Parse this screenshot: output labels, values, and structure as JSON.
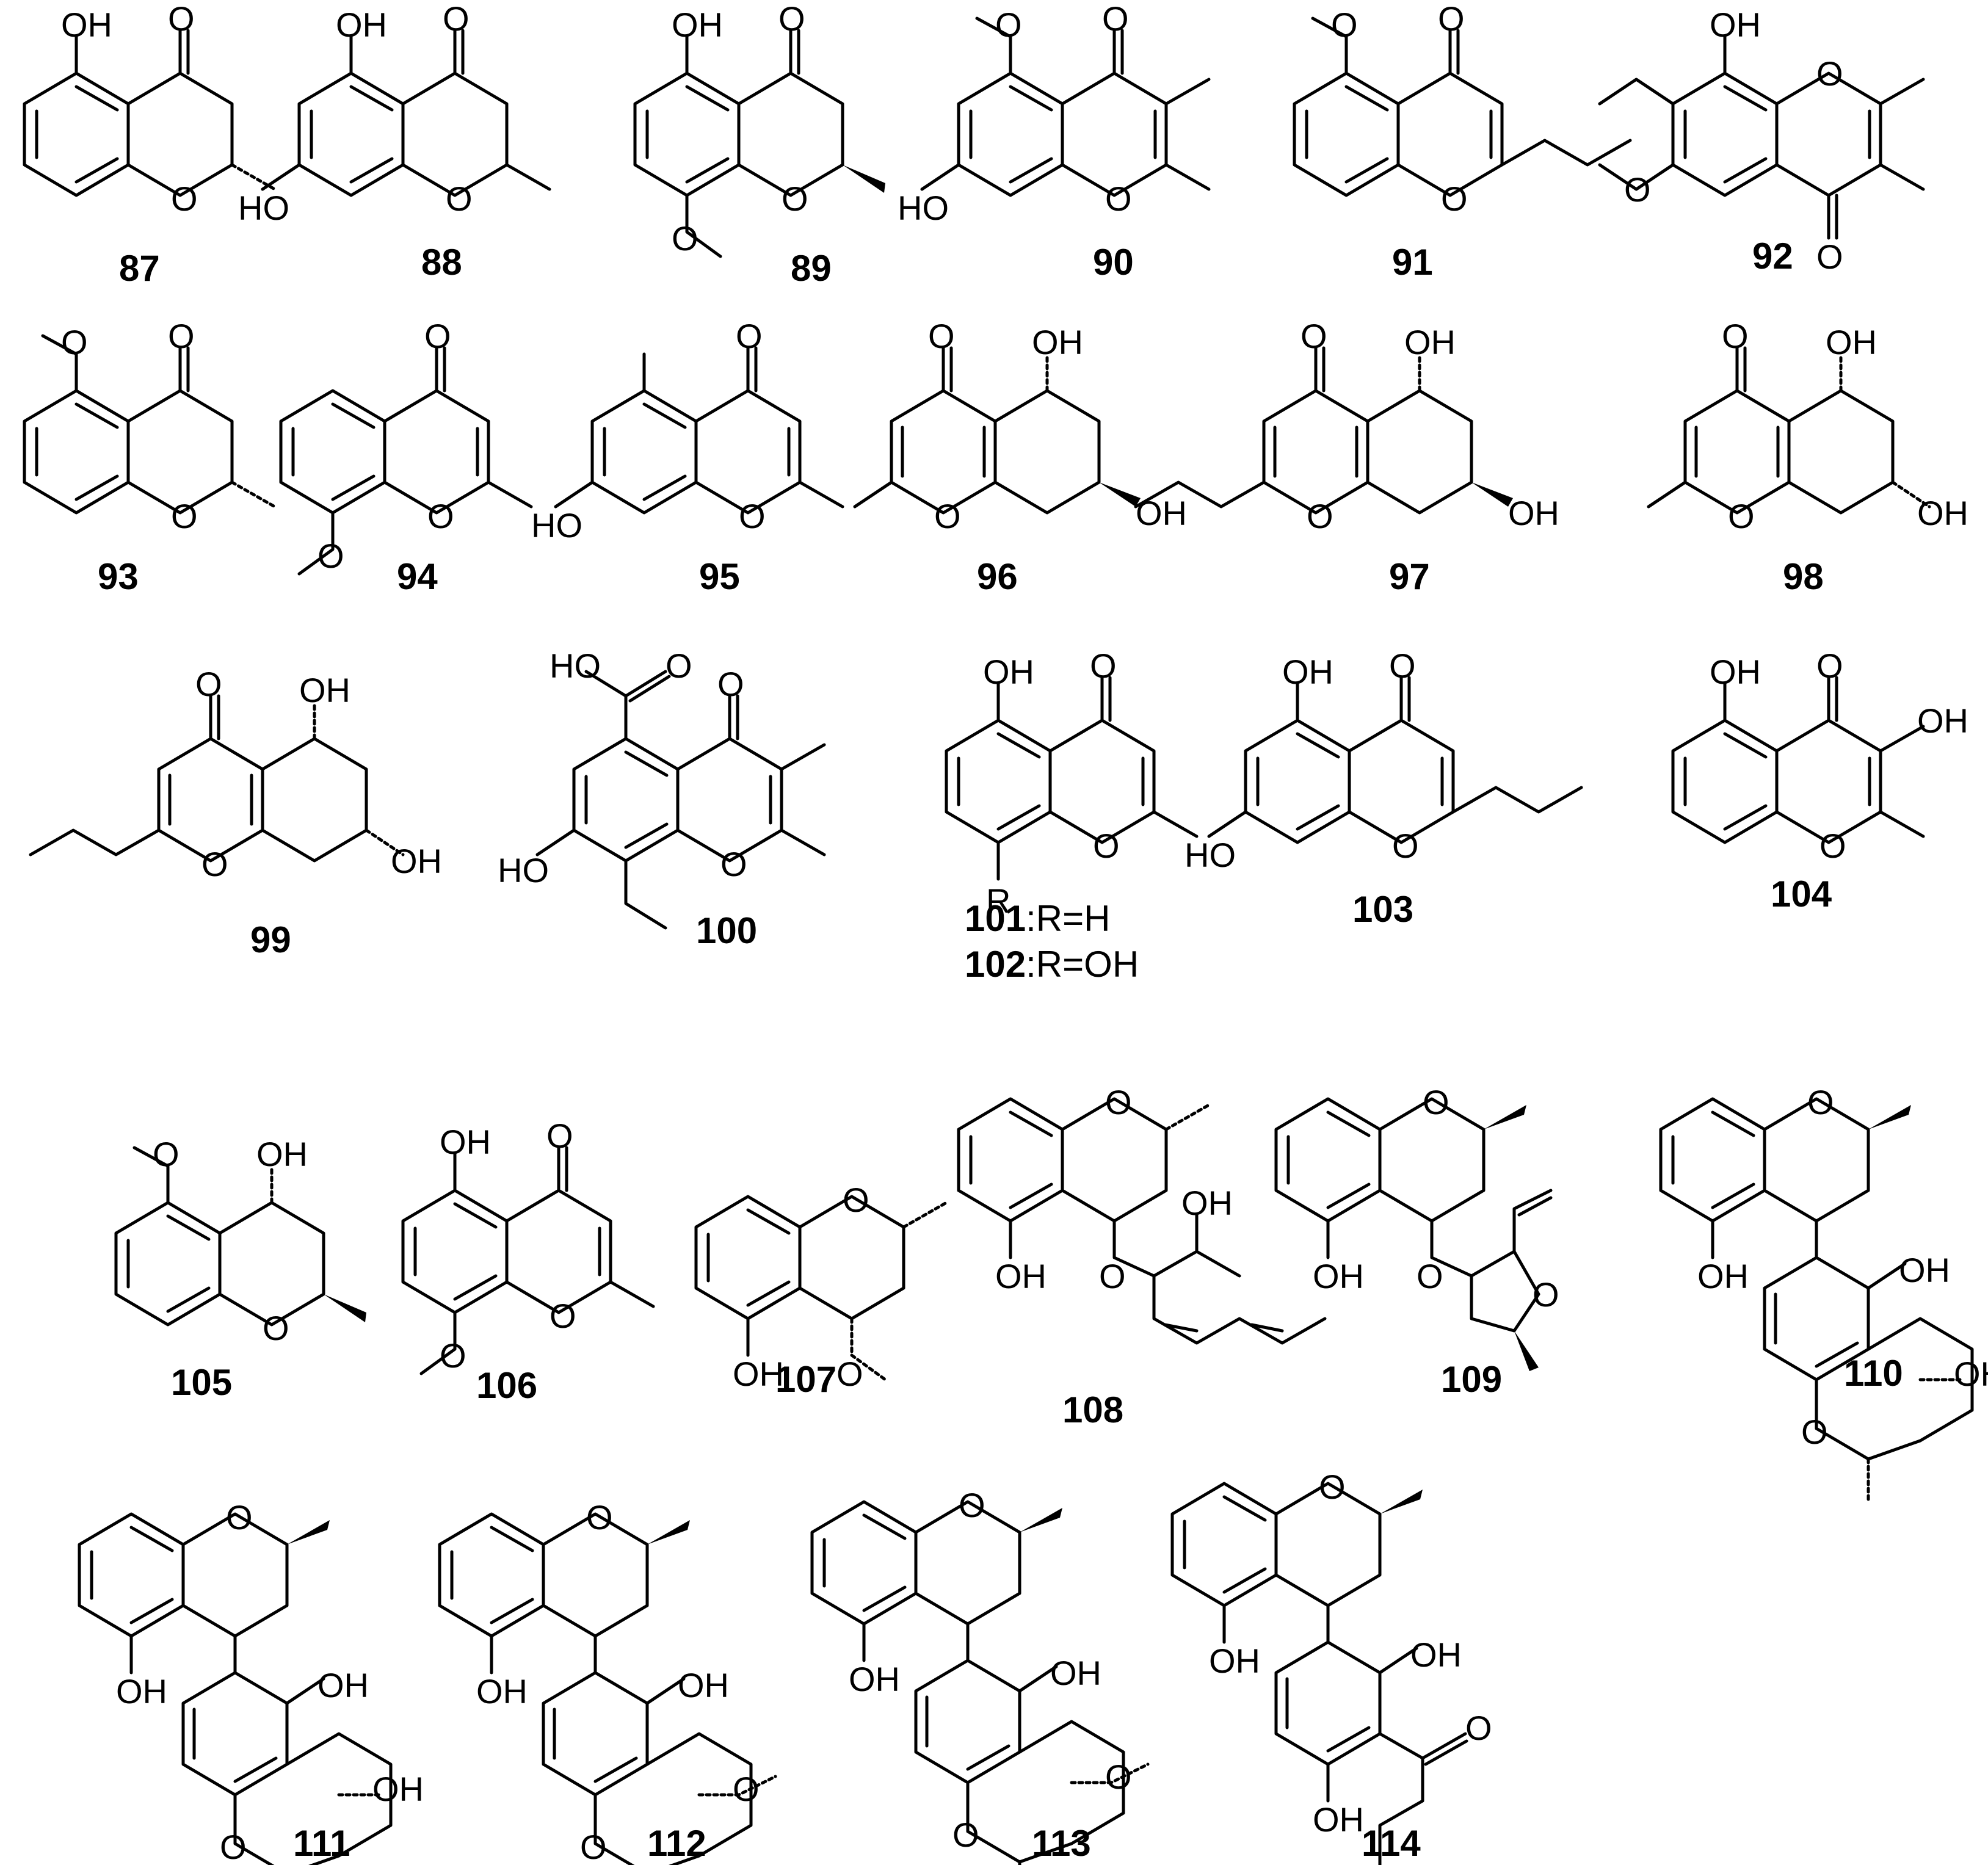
{
  "atoms": {
    "oh": "OH",
    "ho": "HO",
    "o": "O",
    "r": "R"
  },
  "compounds": {
    "c87": "87",
    "c88": "88",
    "c89": "89",
    "c90": "90",
    "c91": "91",
    "c92": "92",
    "c93": "93",
    "c94": "94",
    "c95": "95",
    "c96": "96",
    "c97": "97",
    "c98": "98",
    "c99": "99",
    "c100": "100",
    "c101": "101",
    "c102": "102",
    "c103": "103",
    "c104": "104",
    "c105": "105",
    "c106": "106",
    "c107": "107",
    "c108": "108",
    "c109": "109",
    "c110": "110",
    "c111": "111",
    "c112": "112",
    "c113": "113",
    "c114": "114"
  },
  "substituents": {
    "r_h": ":R=H",
    "r_oh": ":R=OH"
  }
}
